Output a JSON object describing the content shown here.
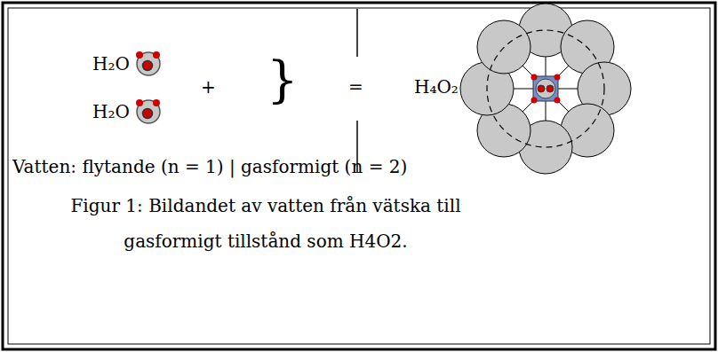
{
  "diagram": {
    "caption": "Figur 1: Bildandet av vatten från vätska till gasformigt tillstånd som H4O2.",
    "labels": [
      "H₂O",
      "H₂O",
      "+",
      "}",
      "=",
      "H₄O₂",
      "Vatten: flytande (n = 1) | gasformigt (n = 2)"
    ]
  }
}
